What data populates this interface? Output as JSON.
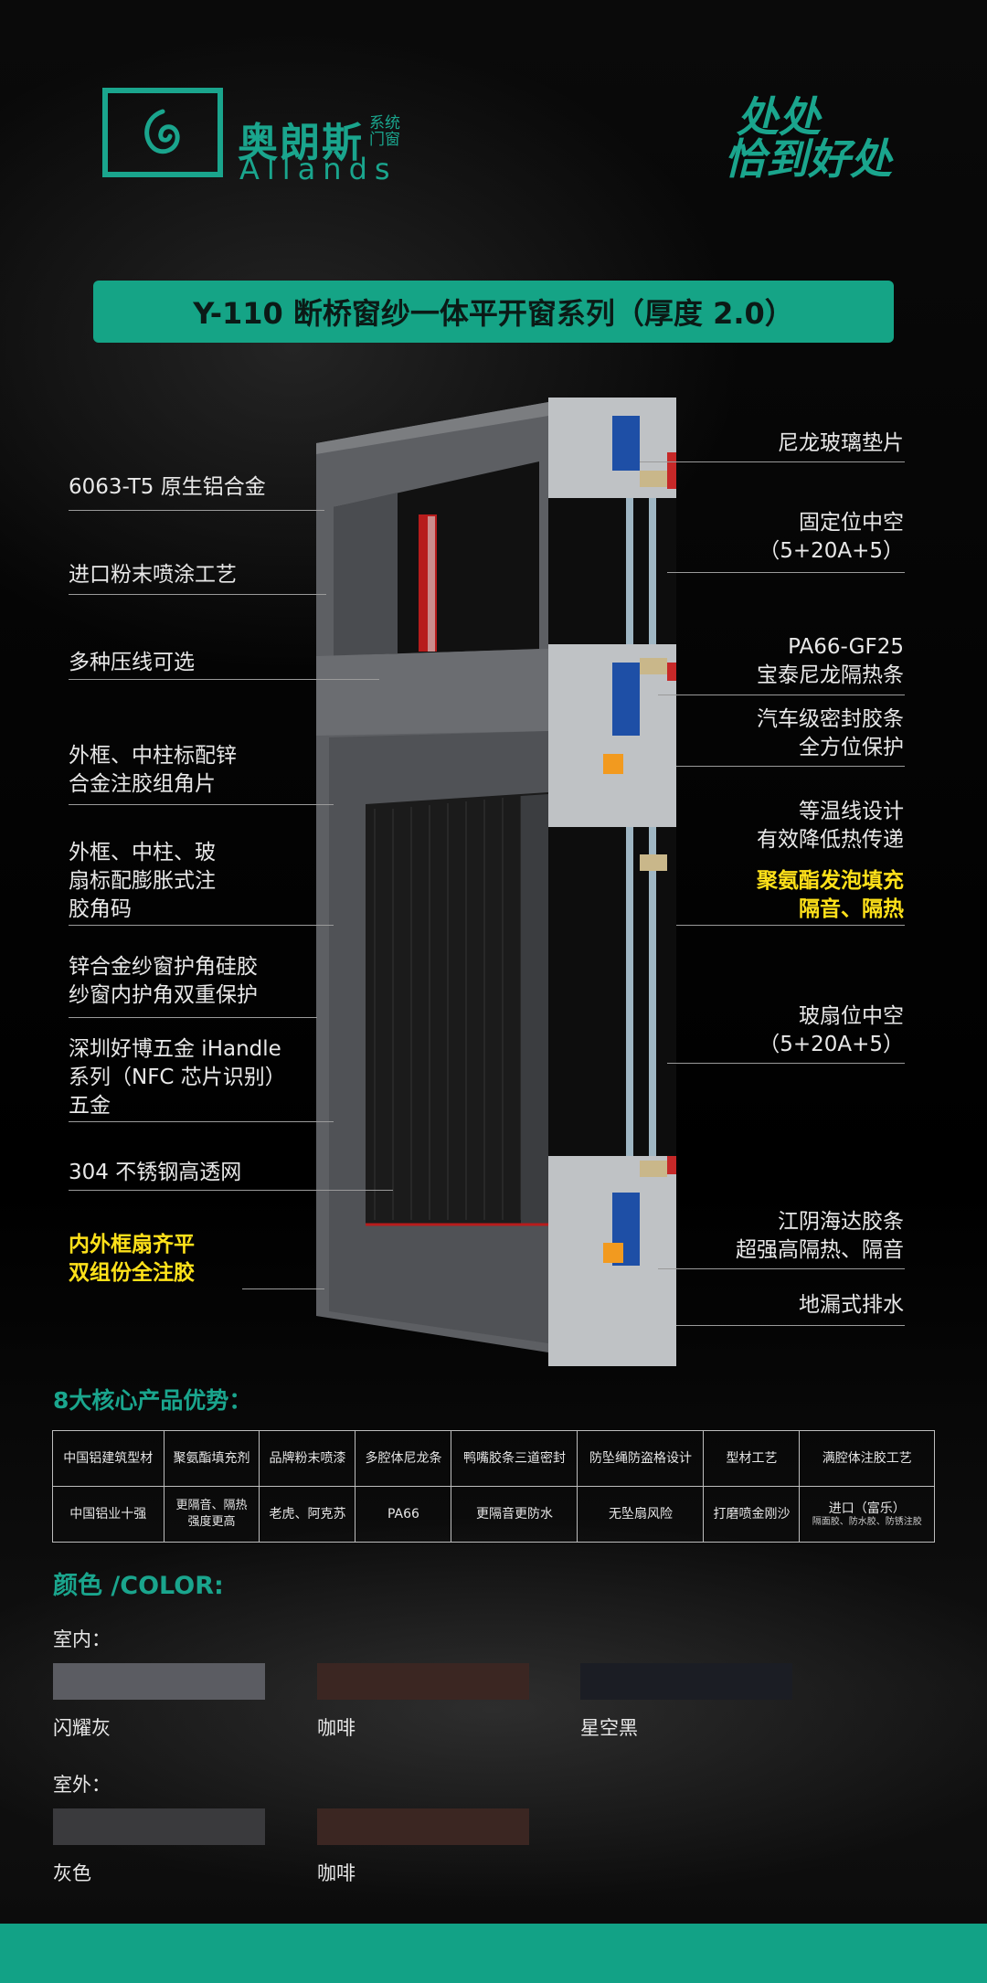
{
  "brand": {
    "name_cn": "奥朗斯",
    "sub": "系统门窗",
    "name_en": "Allands",
    "color": "#1aa58d"
  },
  "slogan": {
    "line1": "处处",
    "line2": "恰到好处"
  },
  "title": "Y-110 断桥窗纱一体平开窗系列（厚度 2.0）",
  "left_labels": [
    {
      "text": "6063-T5 原生铝合金",
      "highlight": false
    },
    {
      "text": "进口粉末喷涂工艺",
      "highlight": false
    },
    {
      "text": "多种压线可选",
      "highlight": false
    },
    {
      "text": "外框、中柱标配锌\n合金注胶组角片",
      "highlight": false
    },
    {
      "text": "外框、中柱、玻\n扇标配膨胀式注\n胶角码",
      "highlight": false
    },
    {
      "text": "锌合金纱窗护角硅胶\n纱窗内护角双重保护",
      "highlight": false
    },
    {
      "text": "深圳好博五金 iHandle\n系列（NFC 芯片识别）\n五金",
      "highlight": false
    },
    {
      "text": "304 不锈钢高透网",
      "highlight": false
    },
    {
      "text": "内外框扇齐平\n双组份全注胶",
      "highlight": true
    }
  ],
  "right_labels": [
    {
      "text": "尼龙玻璃垫片",
      "highlight": false
    },
    {
      "text": "固定位中空\n（5+20A+5）",
      "highlight": false
    },
    {
      "text": "PA66-GF25\n宝泰尼龙隔热条",
      "highlight": false
    },
    {
      "text": "汽车级密封胶条\n全方位保护",
      "highlight": false
    },
    {
      "text": "等温线设计\n有效降低热传递",
      "highlight": false
    },
    {
      "text": "聚氨酯发泡填充\n隔音、隔热",
      "highlight": true
    },
    {
      "text": "玻扇位中空\n（5+20A+5）",
      "highlight": false
    },
    {
      "text": "江阴海达胶条\n超强高隔热、隔音",
      "highlight": false
    },
    {
      "text": "地漏式排水",
      "highlight": false
    }
  ],
  "advantages": {
    "title": "8大核心产品优势：",
    "headers": [
      "中国铝建筑型材",
      "聚氨酯填充剂",
      "品牌粉末喷漆",
      "多腔体尼龙条",
      "鸭嘴胶条三道密封",
      "防坠绳防盗格设计",
      "型材工艺",
      "满腔体注胶工艺"
    ],
    "values": [
      "中国铝业十强",
      "更隔音、隔热\n强度更高",
      "老虎、阿克苏",
      "PA66",
      "更隔音更防水",
      "无坠扇风险",
      "打磨喷金刚沙",
      "进口（富乐）"
    ],
    "last_note": "隔面胶、防水胶、防锈注胶"
  },
  "colors": {
    "title": "颜色 /COLOR:",
    "indoor_label": "室内：",
    "indoor": [
      {
        "name": "闪耀灰",
        "hex": "#5b5c62"
      },
      {
        "name": "咖啡",
        "hex": "#3b2622"
      },
      {
        "name": "星空黑",
        "hex": "#1b1d24"
      }
    ],
    "outdoor_label": "室外：",
    "outdoor": [
      {
        "name": "灰色",
        "hex": "#3a3a3d"
      },
      {
        "name": "咖啡",
        "hex": "#3b2622"
      }
    ]
  },
  "accent": "#15a486",
  "highlight_color": "#ffe11a"
}
